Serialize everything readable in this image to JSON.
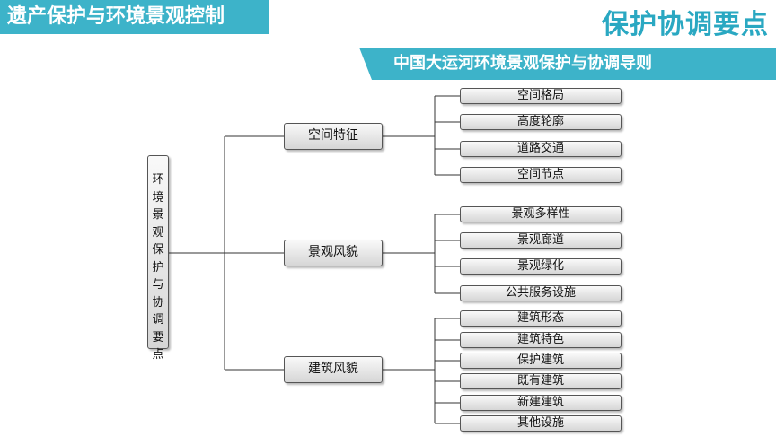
{
  "header": {
    "section_title": "遗产保护与环境景观控制",
    "corner_title": "保护协调要点",
    "banner": "中国大运河环境景观保护与协调导则"
  },
  "diagram": {
    "root": "环境景观保护与协调要点",
    "branches": [
      {
        "label": "空间特征",
        "children": [
          "空间格局",
          "高度轮廓",
          "道路交通",
          "空间节点"
        ]
      },
      {
        "label": "景观风貌",
        "children": [
          "景观多样性",
          "景观廊道",
          "景观绿化",
          "公共服务设施"
        ]
      },
      {
        "label": "建筑风貌",
        "children": [
          "建筑形态",
          "建筑特色",
          "保护建筑",
          "既有建筑",
          "新建建筑",
          "其他设施"
        ]
      }
    ]
  },
  "colors": {
    "accent": "#3db3c9",
    "corner_text": "#2aa8c2",
    "box_border": "#555555",
    "connector": "#333333"
  }
}
